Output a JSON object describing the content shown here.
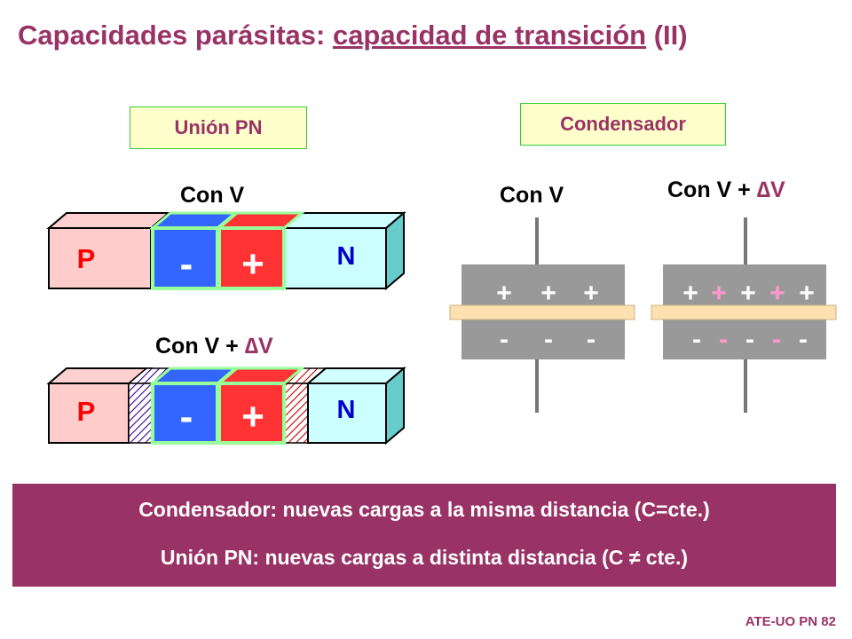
{
  "title": {
    "part1": "Capacidades parásitas: ",
    "part2": "capacidad de transición",
    "part3": " (II)"
  },
  "tags": {
    "union": "Unión PN",
    "condensador": "Condensador"
  },
  "labels": {
    "con_v": "Con V",
    "con_v_plus": "Con V + ",
    "delta_v": "∆V"
  },
  "junction": {
    "p": "P",
    "n": "N",
    "minus": "-",
    "plus": "+"
  },
  "capacitor": {
    "plus_row_1": [
      "+",
      "+",
      "+"
    ],
    "minus_row_1": [
      "-",
      "-",
      "-"
    ],
    "plus_row_2": [
      "+",
      "+",
      "+",
      "+",
      "+"
    ],
    "minus_row_2": [
      "-",
      "-",
      "-",
      "-",
      "-"
    ]
  },
  "summary": {
    "line1": "Condensador: nuevas cargas a la misma distancia (C=cte.)",
    "line2": "Unión PN: nuevas cargas a distinta distancia (C ≠ cte.)"
  },
  "footer": "ATE-UO PN 82",
  "colors": {
    "accent": "#993366",
    "p_region": "#ffcccc",
    "n_region": "#ccffff",
    "depletion_minus": "#3366ff",
    "depletion_plus": "#ff3333",
    "frame_green": "#99ff99",
    "capacitor_plate": "#999999",
    "dielectric": "#ffe0b0",
    "new_charge": "#ff99cc"
  }
}
